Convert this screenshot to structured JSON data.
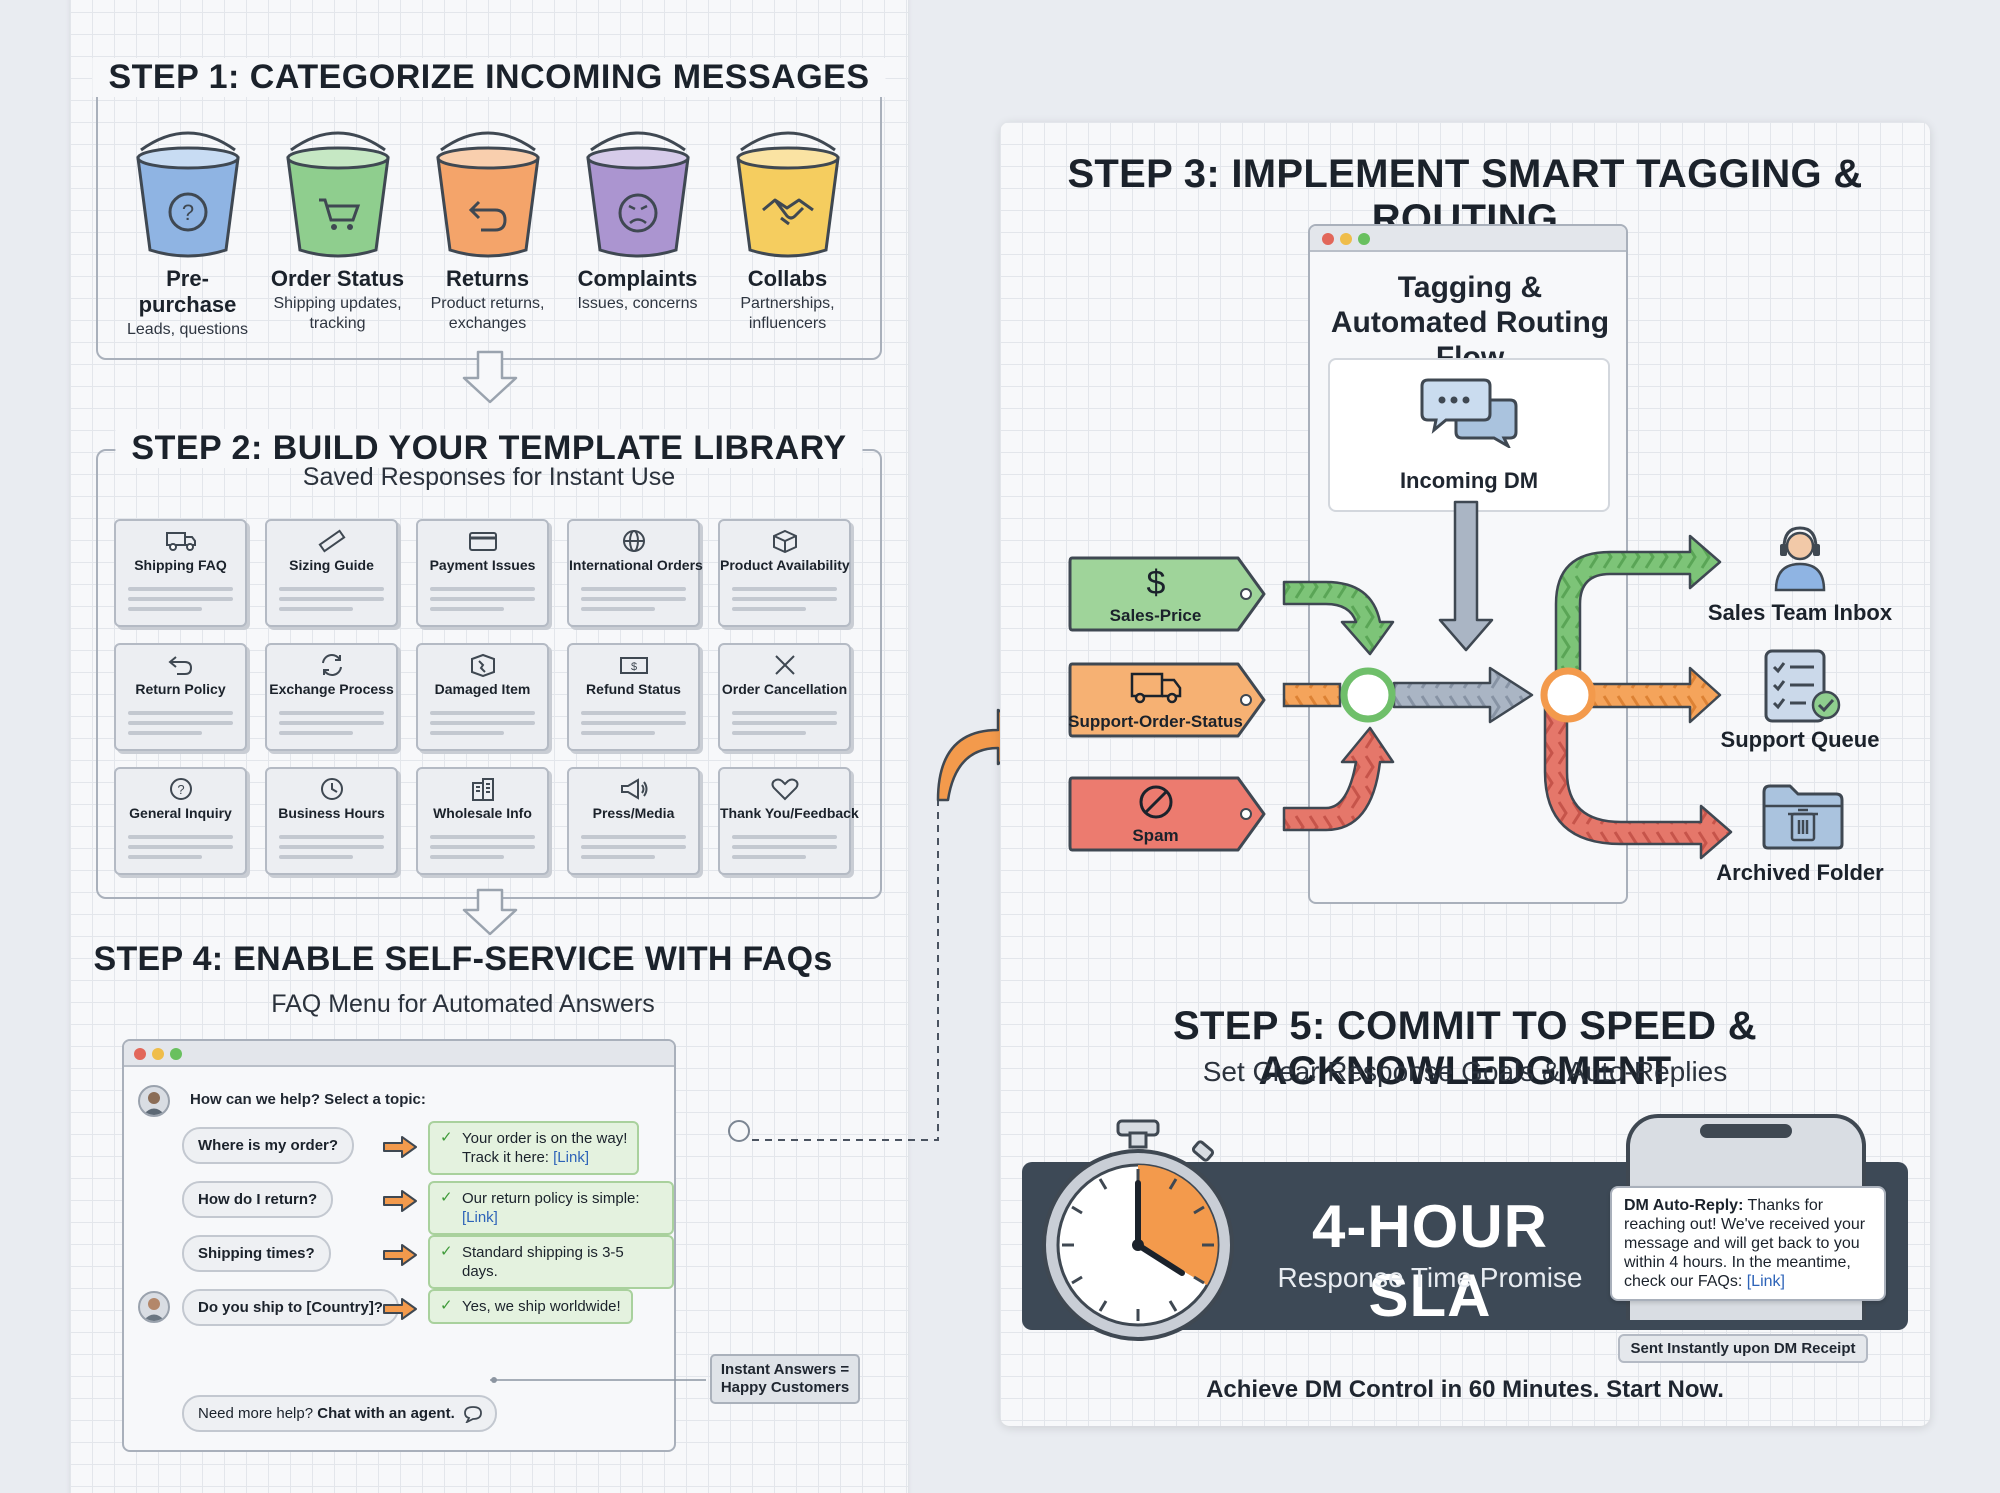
{
  "step1": {
    "title": "STEP 1: CATEGORIZE INCOMING MESSAGES",
    "buckets": [
      {
        "label": "Pre-purchase",
        "desc": "Leads, questions",
        "color": "#8fb4e3",
        "icon": "question-icon"
      },
      {
        "label": "Order Status",
        "desc": "Shipping updates, tracking",
        "color": "#8fce8e",
        "icon": "cart-icon"
      },
      {
        "label": "Returns",
        "desc": "Product returns, exchanges",
        "color": "#f4a46a",
        "icon": "return-arrow-icon"
      },
      {
        "label": "Complaints",
        "desc": "Issues, concerns",
        "color": "#ab95d0",
        "icon": "angry-face-icon"
      },
      {
        "label": "Collabs",
        "desc": "Partnerships, influencers",
        "color": "#f5cd5f",
        "icon": "handshake-icon"
      }
    ]
  },
  "step2": {
    "title": "STEP 2: BUILD YOUR TEMPLATE LIBRARY",
    "subtitle": "Saved Responses for Instant Use",
    "templates": [
      {
        "label": "Shipping FAQ",
        "icon": "truck-icon"
      },
      {
        "label": "Sizing Guide",
        "icon": "ruler-icon"
      },
      {
        "label": "Payment Issues",
        "icon": "credit-card-icon"
      },
      {
        "label": "International Orders",
        "icon": "globe-icon"
      },
      {
        "label": "Product Availability",
        "icon": "box-icon"
      },
      {
        "label": "Return Policy",
        "icon": "return-arrow-icon"
      },
      {
        "label": "Exchange Process",
        "icon": "exchange-icon"
      },
      {
        "label": "Damaged Item",
        "icon": "damaged-box-icon"
      },
      {
        "label": "Refund Status",
        "icon": "money-icon"
      },
      {
        "label": "Order Cancellation",
        "icon": "x-icon"
      },
      {
        "label": "General Inquiry",
        "icon": "question-icon"
      },
      {
        "label": "Business Hours",
        "icon": "clock-icon"
      },
      {
        "label": "Wholesale Info",
        "icon": "building-icon"
      },
      {
        "label": "Press/Media",
        "icon": "megaphone-icon"
      },
      {
        "label": "Thank You/Feedback",
        "icon": "heart-icon"
      }
    ]
  },
  "step3": {
    "title": "STEP 3: IMPLEMENT SMART TAGGING & ROUTING",
    "flow_title": "Tagging & Automated Routing Flow",
    "incoming_label": "Incoming DM",
    "tags": [
      {
        "label": "Sales-Price",
        "color": "#9fd49a",
        "border": "#4c9a48",
        "icon": "dollar-icon"
      },
      {
        "label": "Support-Order-Status",
        "color": "#f6b173",
        "border": "#d97a2c",
        "icon": "truck-icon"
      },
      {
        "label": "Spam",
        "color": "#ec7b6f",
        "border": "#c24a3e",
        "icon": "ban-icon"
      }
    ],
    "destinations": [
      {
        "label": "Sales Team Inbox",
        "icon": "headset-agent-icon"
      },
      {
        "label": "Support Queue",
        "icon": "checklist-icon"
      },
      {
        "label": "Archived Folder",
        "icon": "folder-trash-icon"
      }
    ]
  },
  "step4": {
    "title": "STEP 4: ENABLE SELF-SERVICE WITH FAQs",
    "subtitle": "FAQ Menu for Automated Answers",
    "prompt": "How can we help? Select a topic:",
    "qa": [
      {
        "q": "Where is my order?",
        "a_lines": [
          "Your order is on the way!",
          "Track it here: "
        ],
        "link": "[Link]"
      },
      {
        "q": "How do I return?",
        "a_lines": [
          "Our return policy is simple: "
        ],
        "link": "[Link]"
      },
      {
        "q": "Shipping times?",
        "a_lines": [
          "Standard shipping is 3-5 days."
        ],
        "link": ""
      },
      {
        "q": "Do you ship to [Country]?",
        "a_lines": [
          "Yes, we ship worldwide!"
        ],
        "link": ""
      }
    ],
    "agent_prefix": "Need more help? ",
    "agent_link": "Chat with an agent.",
    "callout": "Instant Answers = Happy Customers"
  },
  "step5": {
    "title": "STEP 5: COMMIT TO SPEED & ACKNOWLEDGMENT",
    "subtitle": "Set Clear Response Goals & Auto-Replies",
    "sla_title": "4-HOUR SLA",
    "sla_sub": "Response Time Promise",
    "auto_reply_label": "DM Auto-Reply:",
    "auto_reply_text": "Thanks for reaching out! We've received your message and will get back to you within 4 hours. In the meantime, check our FAQs:",
    "auto_reply_link": "[Link]",
    "sent_badge": "Sent Instantly upon DM Receipt",
    "footer": "Achieve DM Control in 60 Minutes. Start Now."
  },
  "colors": {
    "green": "#6fbf6a",
    "orange": "#f39a4c",
    "red": "#e06a5c",
    "slate": "#3d4956",
    "arrow_gray": "#9aa6b6"
  }
}
